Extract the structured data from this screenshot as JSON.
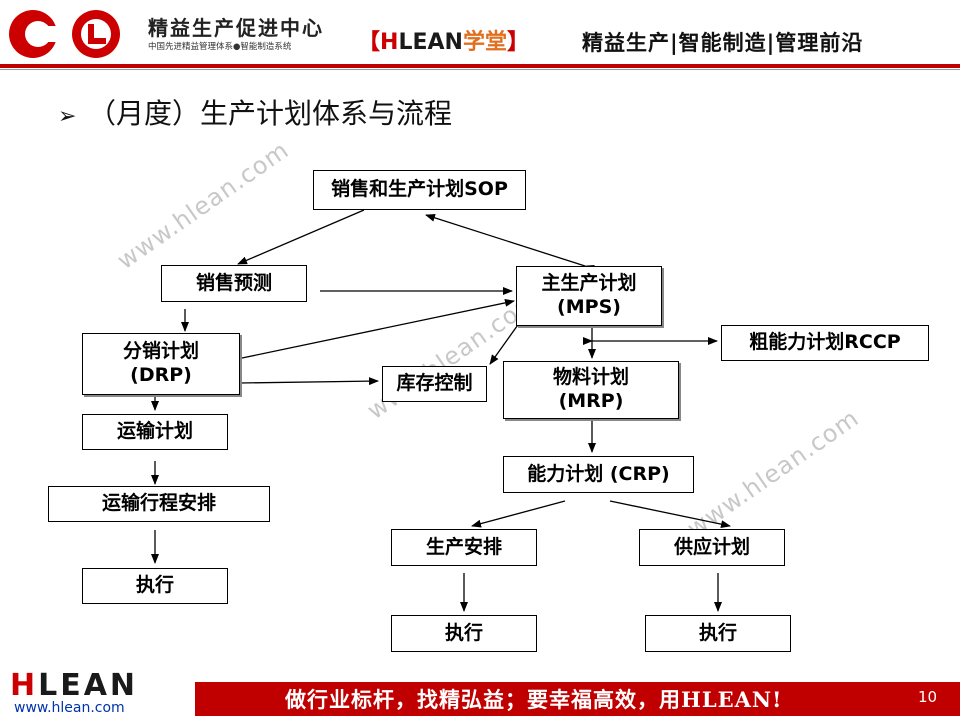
{
  "header": {
    "logo_cn": "精益生产促进中心",
    "logo_sub": "中国先进精益管理体系●智能制造系统",
    "brand_open": "【",
    "brand_h": "H",
    "brand_lean": "LEAN",
    "brand_xt": "学堂",
    "brand_close": "】",
    "tagline": "精益生产|智能制造|管理前沿"
  },
  "slide": {
    "bullet": "➢",
    "title": "（月度）生产计划体系与流程"
  },
  "watermark": "www.hlean.com",
  "diagram": {
    "nodes": {
      "sop": "销售和生产计划SOP",
      "forecast": "销售预测",
      "mps": "主生产计划\n(MPS)",
      "rccp": "粗能力计划RCCP",
      "drp": "分销计划\n(DRP)",
      "inventory": "库存控制",
      "mrp": "物料计划\n(MRP)",
      "transport": "运输计划",
      "crp": "能力计划 (CRP)",
      "transport_schedule": "运输行程安排",
      "prod_schedule": "生产安排",
      "supply": "供应计划",
      "exec_left": "执行",
      "exec_mid": "执行",
      "exec_right": "执行"
    }
  },
  "footer": {
    "logo_h": "H",
    "logo_rest": "LEAN",
    "url": "www.hlean.com",
    "slogan": "做行业标杆，找精弘益；要幸福高效，用HLEAN!",
    "page": "10"
  },
  "colors": {
    "accent": "#c00000",
    "watermark": "#c8c8c8"
  }
}
